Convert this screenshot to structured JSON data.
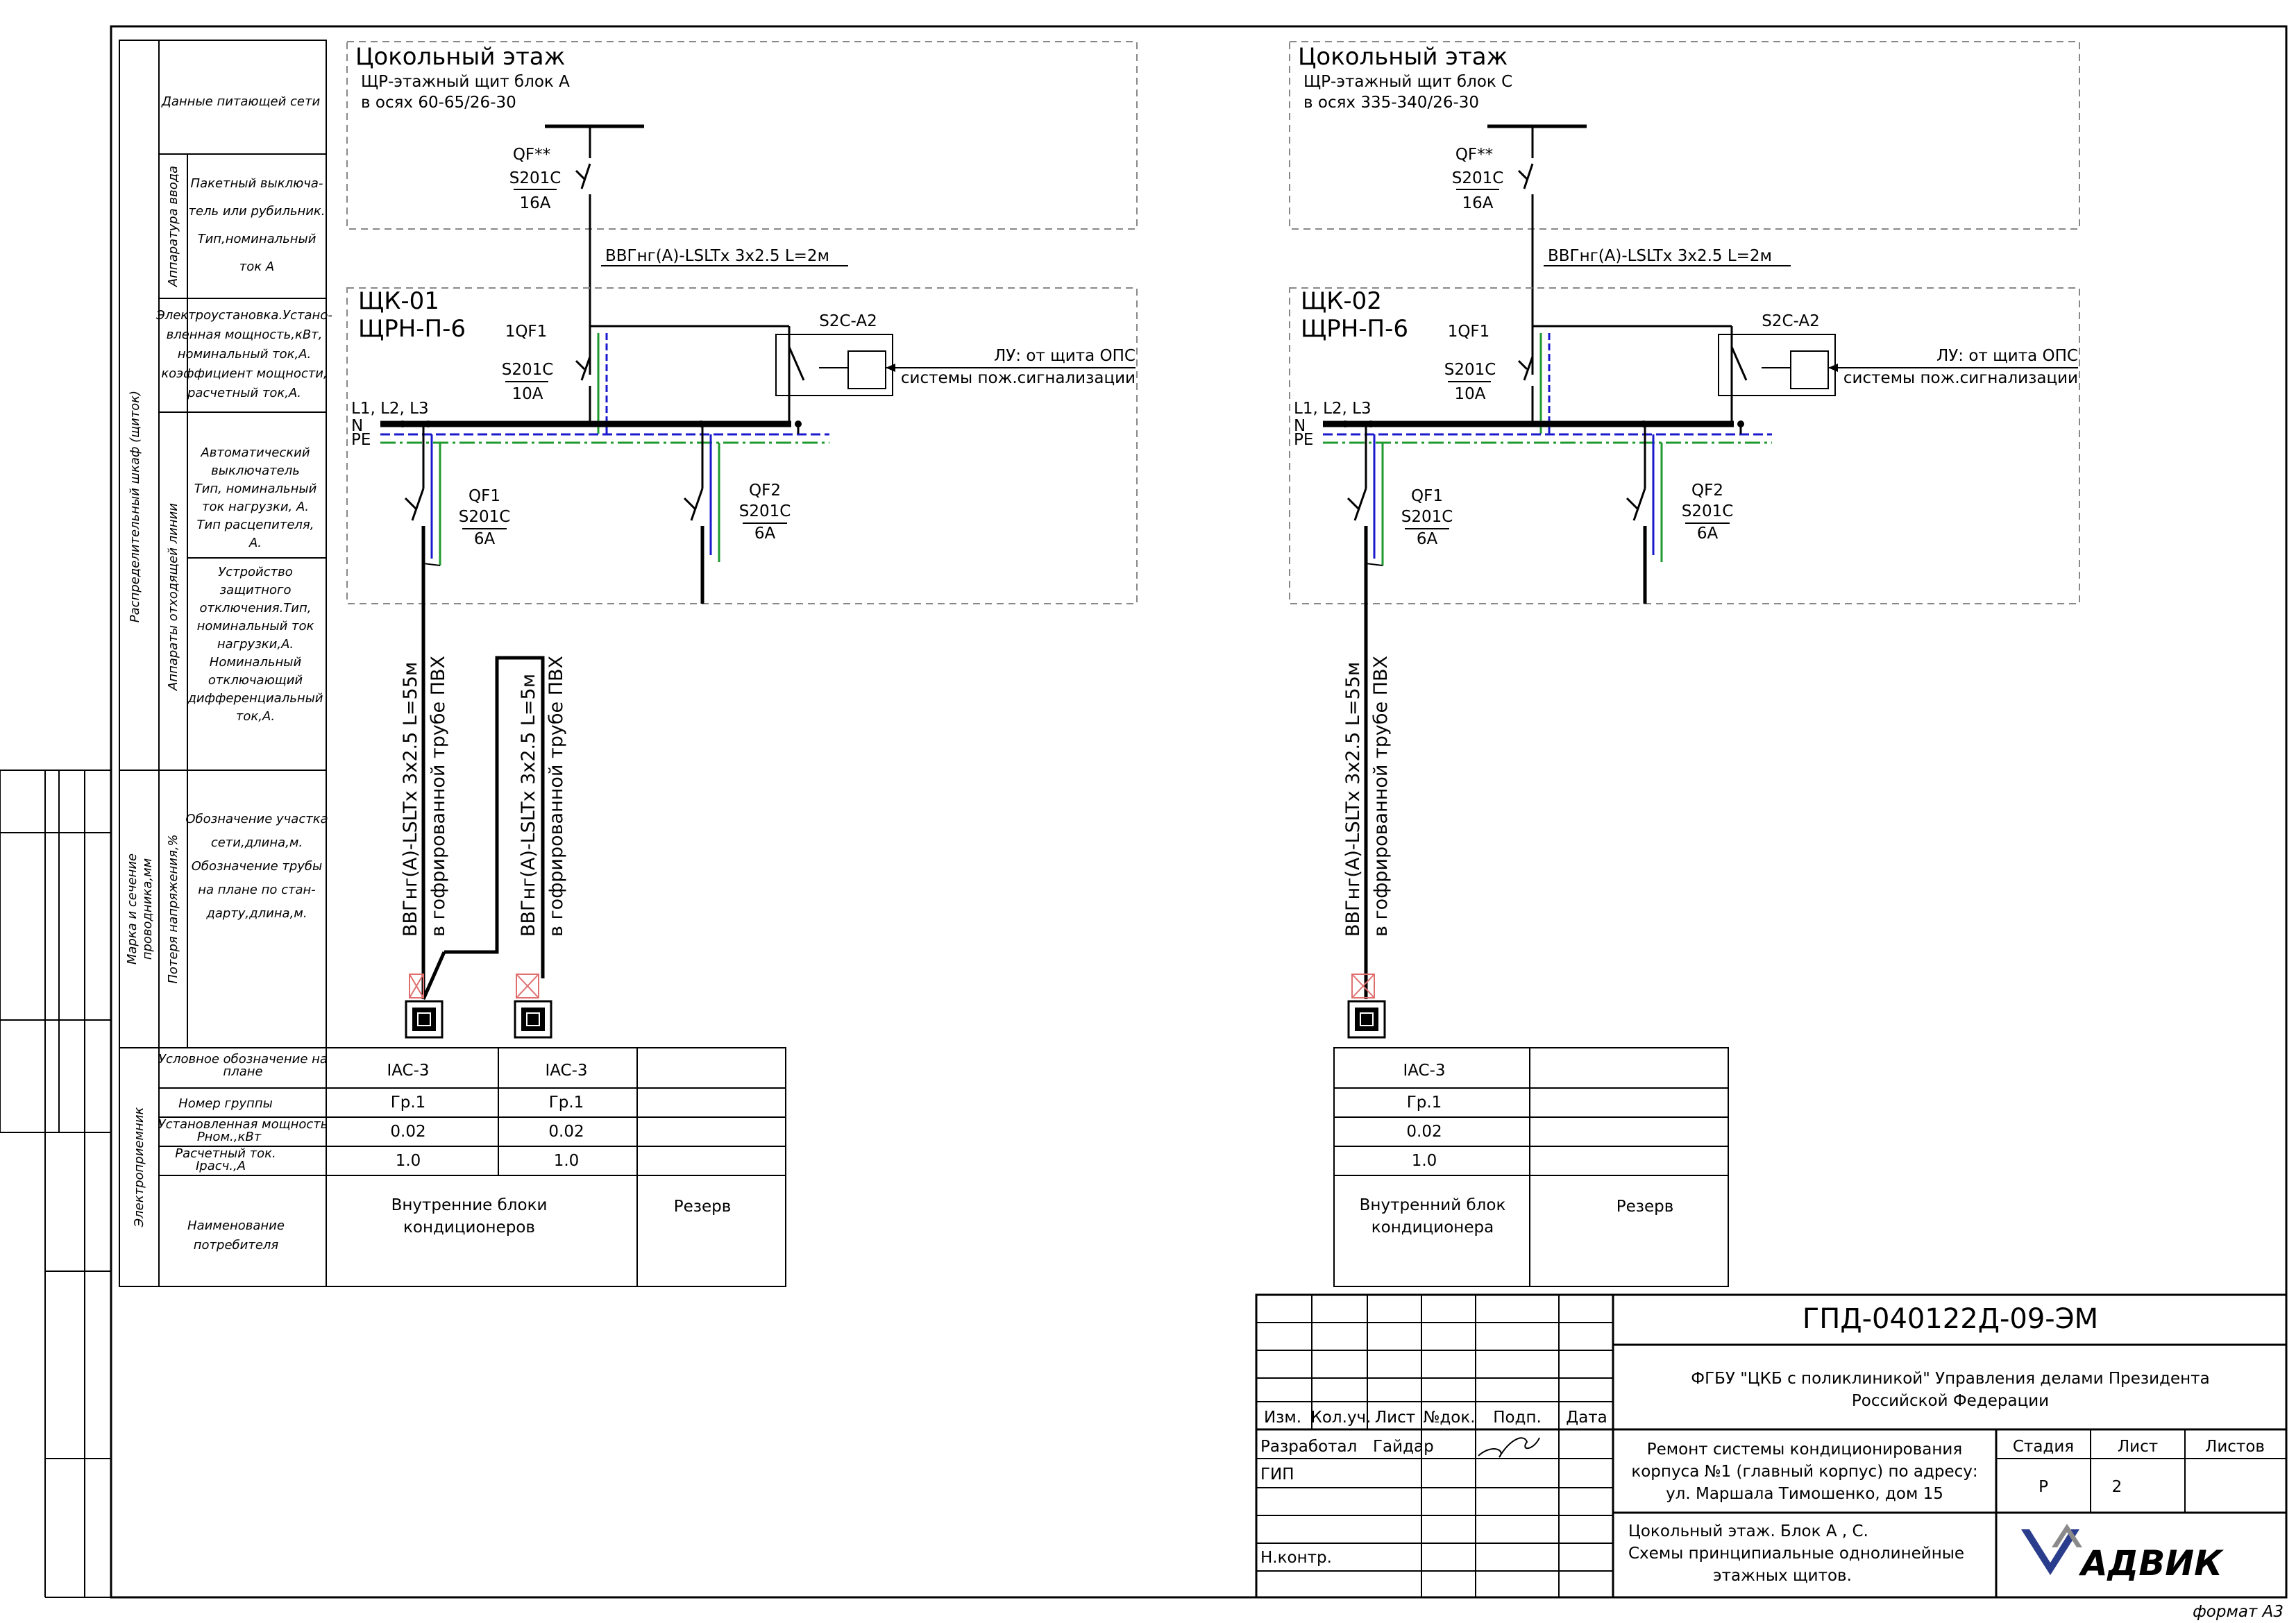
{
  "colors": {
    "neutral": "#1a1acc",
    "pe": "#1f9a2e",
    "line": "#000000",
    "border": "#888888"
  },
  "left_table": {
    "row_supply": "Данные питающей сети",
    "vert_input": "Аппаратура ввода",
    "row_input": [
      "Пакетный выключа-",
      "тель или рубильник.",
      "Тип,номинальный",
      "ток А"
    ],
    "row_install": [
      "Электроустановка.Устано-",
      "вленная мощность,кВт,",
      "номинальный ток,А.",
      "коэффициент мощности,",
      "расчетный ток,А."
    ],
    "vert_cabinet": "Распределительный шкаф (щиток)",
    "vert_outgoing": "Аппараты отходящей линии",
    "row_breaker": [
      "Автоматический",
      "выключатель",
      "Тип, номинальный",
      "ток нагрузки, А.",
      "Тип расцепителя,",
      "А."
    ],
    "row_rcd": [
      "Устройство",
      "защитного",
      "отключения.Тип,",
      "номинальный ток",
      "нагрузки,А.",
      "Номинальный",
      "отключающий",
      "дифференциальный",
      "ток,А."
    ],
    "vert_cable": [
      "Марка и сечение",
      "проводника,мм",
      "Потеря напряжения,%"
    ],
    "row_cable": [
      "Обозначение участка",
      "сети,длина,м.",
      "Обозначение трубы",
      "на плане по стан-",
      "дарту,длина,м."
    ],
    "vert_consumer": "Электроприемник",
    "row_symbol": [
      "Условное обозначение на",
      "плане"
    ],
    "row_group": "Номер группы",
    "row_power": [
      "Установленная мощность",
      "Рном.,кВт"
    ],
    "row_current": [
      "Расчетный ток.",
      "Iрасч.,А"
    ],
    "row_name": [
      "Наименование",
      "потребителя"
    ]
  },
  "panels": [
    {
      "floor": "Цокольный этаж",
      "board": "ЩР-этажный щит блок А",
      "axes": "в осях 60-65/26-30",
      "qf_main": "QF**",
      "qf_main_type": "S201C",
      "qf_main_rating": "16A",
      "feeder": "ВВГнг(А)-LSLTх 3х2.5   L=2м",
      "cabinet_id": "ЩК-01",
      "cabinet_type": "ЩРН-П-6",
      "in_breaker": "1QF1",
      "in_type": "S201C",
      "in_rating": "10A",
      "contactor": "S2C-A2",
      "control": [
        "ЛУ: от щита ОПС",
        "системы пож.сигнализации"
      ],
      "bus": [
        "L1, L2, L3",
        "N",
        "PE"
      ],
      "qf1": "QF1",
      "qf1_type": "S201C",
      "qf1_rating": "6A",
      "qf2": "QF2",
      "qf2_type": "S201C",
      "qf2_rating": "6A",
      "cables": [
        [
          "ВВГнг(А)-LSLTх 3х2.5   L=55м",
          "в гофрированной трубе ПВХ"
        ],
        [
          "ВВГнг(А)-LSLTх 3х2.5   L=5м",
          "в гофрированной трубе ПВХ"
        ]
      ],
      "consumers": [
        {
          "symbol": "IAC-3",
          "group": "Гр.1",
          "power": "0.02",
          "current": "1.0"
        },
        {
          "symbol": "IAC-3",
          "group": "Гр.1",
          "power": "0.02",
          "current": "1.0"
        }
      ],
      "names": [
        "Внутренние блоки",
        "кондиционеров"
      ],
      "reserve": "Резерв"
    },
    {
      "floor": "Цокольный этаж",
      "board": "ЩР-этажный щит блок С",
      "axes": "в осях 335-340/26-30",
      "qf_main": "QF**",
      "qf_main_type": "S201C",
      "qf_main_rating": "16A",
      "feeder": "ВВГнг(А)-LSLTх 3х2.5   L=2м",
      "cabinet_id": "ЩК-02",
      "cabinet_type": "ЩРН-П-6",
      "in_breaker": "1QF1",
      "in_type": "S201C",
      "in_rating": "10A",
      "contactor": "S2C-A2",
      "control": [
        "ЛУ: от щита ОПС",
        "системы пож.сигнализации"
      ],
      "bus": [
        "L1, L2, L3",
        "N",
        "PE"
      ],
      "qf1": "QF1",
      "qf1_type": "S201C",
      "qf1_rating": "6A",
      "qf2": "QF2",
      "qf2_type": "S201C",
      "qf2_rating": "6A",
      "cables": [
        [
          "ВВГнг(А)-LSLTх 3х2.5   L=55м",
          "в гофрированной трубе ПВХ"
        ]
      ],
      "consumers": [
        {
          "symbol": "IAC-3",
          "group": "Гр.1",
          "power": "0.02",
          "current": "1.0"
        }
      ],
      "names": [
        "Внутренний блок",
        "кондиционера"
      ],
      "reserve": "Резерв"
    }
  ],
  "title_block": {
    "code": "ГПД-040122Д-09-ЭМ",
    "org": [
      "ФГБУ \"ЦКБ с поликлиникой\" Управления делами Президента",
      "Российской Федерации"
    ],
    "project": [
      "Ремонт системы кондиционирования",
      "корпуса №1 (главный корпус) по адресу:",
      "ул. Маршала Тимошенко, дом 15"
    ],
    "sheet_title": [
      "Цокольный этаж. Блок А , С.",
      "Схемы принципиальные однолинейные",
      "этажных щитов."
    ],
    "cols": [
      "Изм.",
      "Кол.уч.",
      "Лист",
      "№док.",
      "Подп.",
      "Дата"
    ],
    "roles": [
      "Разработал",
      "ГИП",
      "Н.контр."
    ],
    "developer": "Гайдар",
    "stage_label": "Стадия",
    "sheet_label": "Лист",
    "sheets_label": "Листов",
    "stage": "Р",
    "sheet": "2",
    "sheets": "",
    "logo": "АДВИК"
  },
  "format": "формат А3"
}
